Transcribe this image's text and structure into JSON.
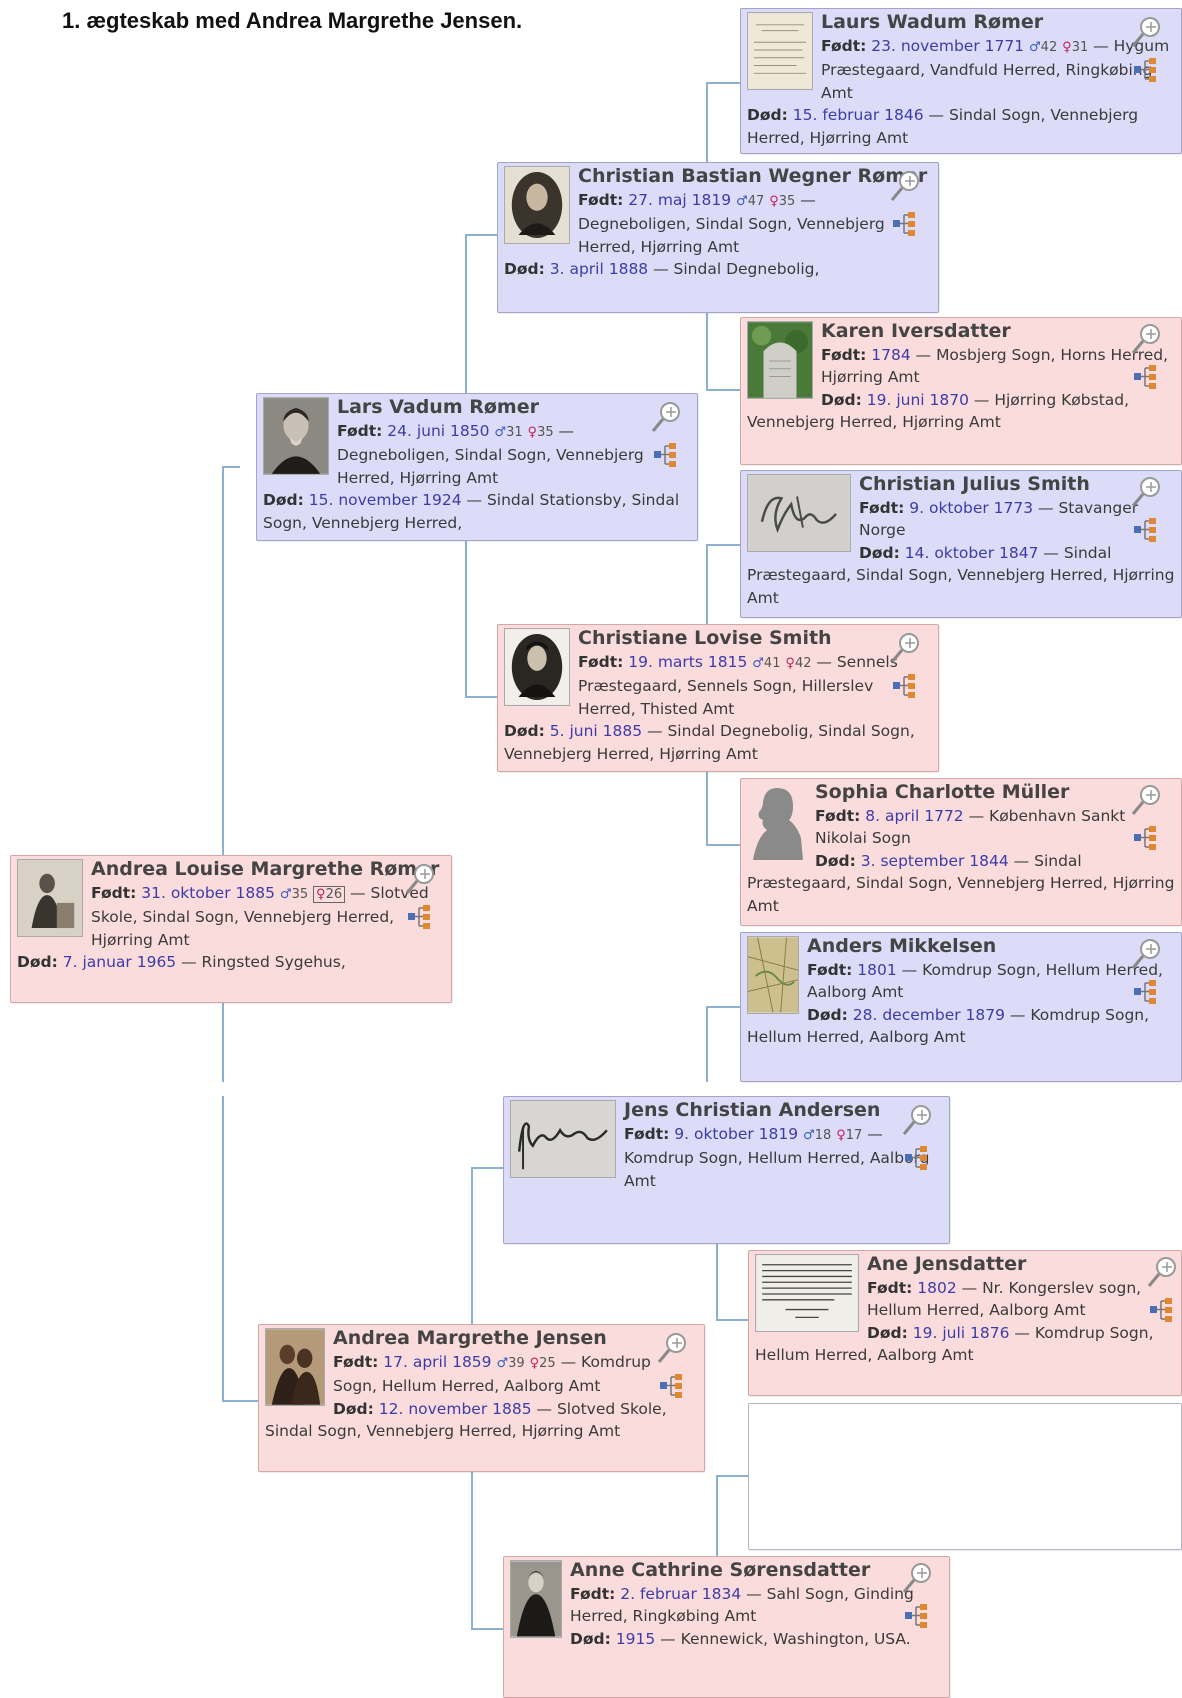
{
  "heading": "1. ægteskab med Andrea Margrethe Jensen.",
  "labels": {
    "born": "Født:",
    "died": "Død:",
    "dash": " — "
  },
  "persons": {
    "p1": {
      "name": "Laurs Wadum Rømer",
      "born_date": "23. november 1771",
      "father_age": "42",
      "mother_age": "31",
      "born_place": "Hygum Præstegaard, Vandfuld Herred, Ringkøbing Amt",
      "death_date": "15. februar 1846",
      "death_place": "Sindal Sogn, Vennebjerg Herred, Hjørring Amt",
      "icon": "document-photo"
    },
    "p2": {
      "name": "Christian Bastian Wegner Rømer",
      "born_date": "27. maj 1819",
      "father_age": "47",
      "mother_age": "35",
      "born_place": "Degneboligen, Sindal Sogn, Vennebjerg Herred, Hjørring Amt",
      "death_date": "3. april 1888",
      "death_place": "Sindal Degnebolig,",
      "icon": "portrait-oval-photo"
    },
    "p3": {
      "name": "Karen Iversdatter",
      "born_date": "1784",
      "born_place": "Mosbjerg Sogn, Horns Herred, Hjørring Amt",
      "death_date": "19. juni 1870",
      "death_place": "Hjørring Købstad, Vennebjerg Herred, Hjørring Amt",
      "icon": "gravestone-photo"
    },
    "p4": {
      "name": "Lars Vadum Rømer",
      "born_date": "24. juni 1850",
      "father_age": "31",
      "mother_age": "35",
      "born_place": "Degneboligen, Sindal Sogn, Vennebjerg Herred, Hjørring Amt",
      "death_date": "15. november 1924",
      "death_place": "Sindal Stationsby, Sindal Sogn, Vennebjerg Herred,",
      "icon": "portrait-photo"
    },
    "p5": {
      "name": "Christian Julius Smith",
      "born_date": "9. oktober 1773",
      "born_place": "Stavanger Norge",
      "death_date": "14. oktober 1847",
      "death_place": "Sindal Præstegaard, Sindal Sogn, Vennebjerg Herred, Hjørring Amt",
      "icon": "signature-photo"
    },
    "p6": {
      "name": "Christiane Lovise Smith",
      "born_date": "19. marts 1815",
      "father_age": "41",
      "mother_age": "42",
      "born_place": "Sennels Præstegaard, Sennels Sogn, Hillerslev Herred, Thisted Amt",
      "death_date": "5. juni 1885",
      "death_place": "Sindal Degnebolig, Sindal Sogn, Vennebjerg Herred, Hjørring Amt",
      "icon": "portrait-oval-photo"
    },
    "p7": {
      "name": "Sophia Charlotte Müller",
      "born_date": "8. april 1772",
      "born_place": "København Sankt Nikolai Sogn",
      "death_date": "3. september 1844",
      "death_place": "Sindal Præstegaard, Sindal Sogn, Vennebjerg Herred, Hjørring Amt",
      "icon": "female-silhouette-icon"
    },
    "p8": {
      "name": "Andrea Louise Margrethe Rømer",
      "born_date": "31. oktober 1885",
      "father_age": "35",
      "mother_age": "26",
      "born_place": "Slotved Skole, Sindal Sogn, Vennebjerg Herred, Hjørring Amt",
      "death_date": "7. januar 1965",
      "death_place": "Ringsted Sygehus,",
      "icon": "portrait-photo"
    },
    "p9": {
      "name": "Anders Mikkelsen",
      "born_date": "1801",
      "born_place": "Komdrup Sogn, Hellum Herred, Aalborg Amt",
      "death_date": "28. december 1879",
      "death_place": "Komdrup Sogn, Hellum Herred, Aalborg Amt",
      "icon": "map-photo"
    },
    "p10": {
      "name": "Jens Christian Andersen",
      "born_date": "9. oktober 1819",
      "father_age": "18",
      "mother_age": "17",
      "born_place": "Komdrup Sogn, Hellum Herred, Aalborg Amt",
      "icon": "signature-photo"
    },
    "p11": {
      "name": "Ane Jensdatter",
      "born_date": "1802",
      "born_place": "Nr. Kongerslev sogn, Hellum Herred, Aalborg Amt",
      "death_date": "19. juli 1876",
      "death_place": "Komdrup Sogn, Hellum Herred, Aalborg Amt",
      "icon": "newspaper-photo"
    },
    "p12": {
      "name": "Andrea Margrethe Jensen",
      "born_date": "17. april 1859",
      "father_age": "39",
      "mother_age": "25",
      "born_place": "Komdrup Sogn, Hellum Herred, Aalborg Amt",
      "death_date": "12. november 1885",
      "death_place": "Slotved Skole, Sindal Sogn, Vennebjerg Herred, Hjørring Amt",
      "icon": "portrait-photo"
    },
    "p13": {
      "name": "Anne Cathrine Sørensdatter",
      "born_date": "2. februar 1834",
      "born_place": "Sahl Sogn, Ginding Herred, Ringkøbing Amt",
      "death_date": "1915",
      "death_place": "Kennewick, Washington, USA.",
      "icon": "portrait-photo"
    }
  },
  "colors": {
    "male_card": "#dcdcf8",
    "female_card": "#fbdcdc",
    "connector": "#8eb0d0",
    "date_link": "#3c3ca8",
    "male_symbol": "#3858c0",
    "female_symbol": "#c02060"
  },
  "icons": {
    "zoom": "zoom-magnifier-icon",
    "tree": "family-tree-icon"
  }
}
